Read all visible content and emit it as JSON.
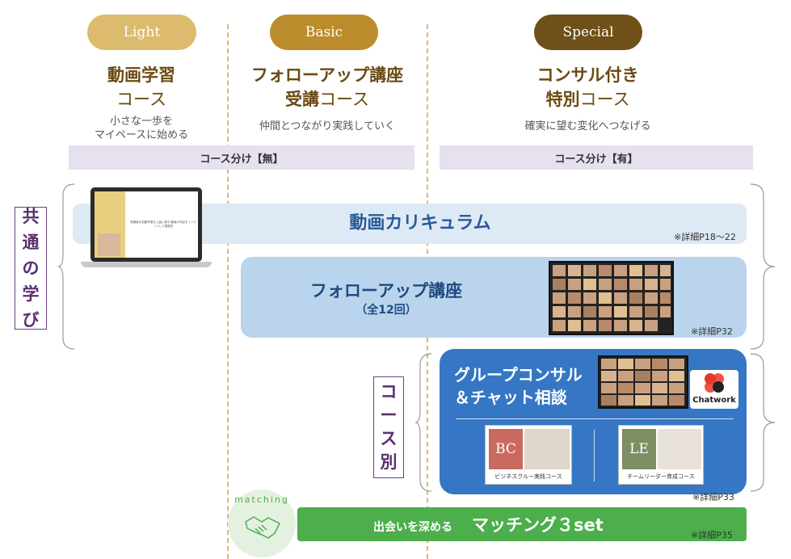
{
  "tiers": [
    {
      "pill": "Light",
      "title_bold": "動画学習",
      "title_rest": "コース",
      "desc": [
        "小さな一歩を",
        "マイペースに始める"
      ]
    },
    {
      "pill": "Basic",
      "title_line1": "フォローアップ講座",
      "title_bold2": "受講",
      "title_rest2": "コース",
      "desc": [
        "仲間とつながり実践していく"
      ]
    },
    {
      "pill": "Special",
      "title_line1": "コンサル付き",
      "title_bold2": "特別",
      "title_rest2": "コース",
      "desc": [
        "確実に望む変化へつなげる"
      ]
    }
  ],
  "split_left": "コース分け【無】",
  "split_right": "コース分け【有】",
  "common_label": [
    "共",
    "通",
    "の",
    "学",
    "び"
  ],
  "course_label": [
    "コ",
    "ー",
    "ス",
    "別"
  ],
  "video": {
    "title": "動画カリキュラム",
    "detail": "※詳細P18～22"
  },
  "followup": {
    "title": "フォローアップ講座",
    "sub": "（全12回）",
    "detail": "※詳細P32"
  },
  "group": {
    "title_line1": "グループコンサル",
    "title_line2": "＆チャット相談",
    "chatwork": "Chatwork",
    "detail": "※詳細P33",
    "card_bc": {
      "badge": "BC",
      "caption": "ビジネスクルー実践コース"
    },
    "card_le": {
      "badge": "LE",
      "caption": "チームリーダー育成コース"
    }
  },
  "matching": {
    "circle": "matching",
    "lead": "出会いを深める",
    "title": "マッチング３set",
    "detail": "※詳細P35"
  },
  "laptop": {
    "screen_caption": "受講者の自動学習を上級に導き 動画の内容をインプットして実践的"
  },
  "colors": {
    "light": "#dcbb6e",
    "basic": "#bb8c2c",
    "special": "#6e5018",
    "blue": "#3577c4",
    "green": "#4caf4c"
  }
}
